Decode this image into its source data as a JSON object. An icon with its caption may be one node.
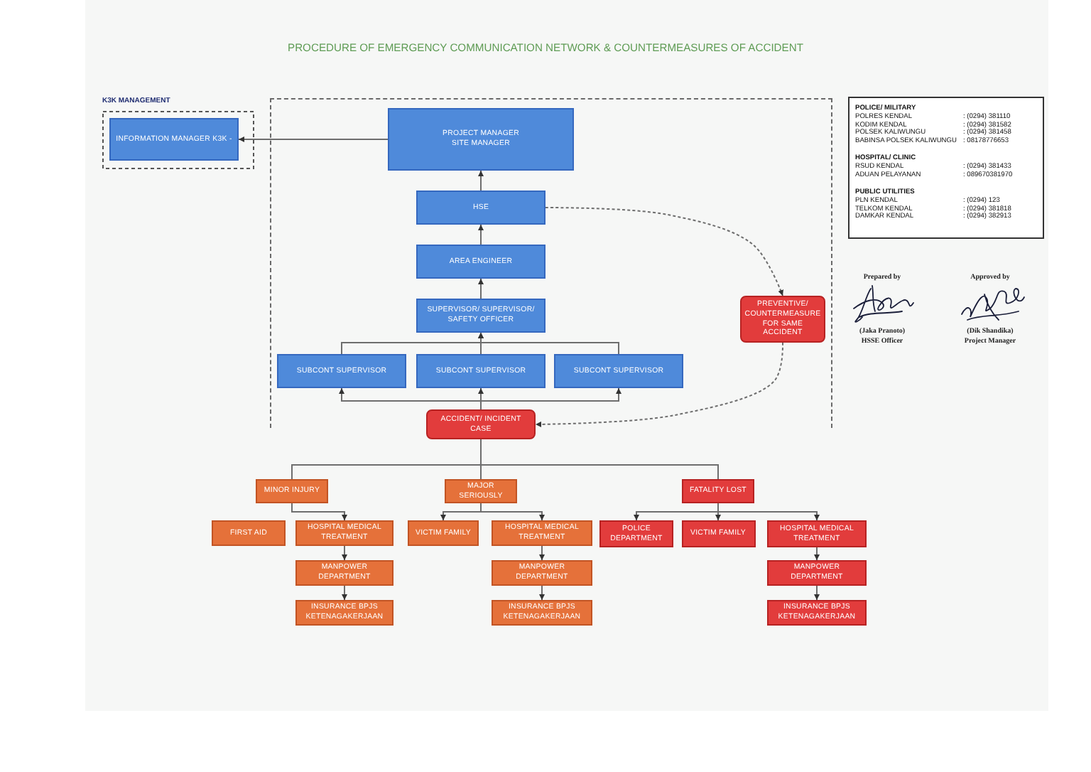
{
  "diagram": {
    "title": "PROCEDURE OF EMERGENCY COMMUNICATION NETWORK & COUNTERMEASURES OF ACCIDENT",
    "nodes": [
      {
        "text": [
          "K3K MANAGEMENT"
        ]
      },
      {
        "text": [
          "INFORMATION MANAGER K3K -"
        ],
        "in": 0
      },
      {
        "text": [],
        "shape": "box"
      },
      {
        "text": [
          "PROJECT MANAGER",
          "SITE MANAGER"
        ],
        "in": 2
      },
      {
        "text": [
          "HSE"
        ],
        "in": 2
      },
      {
        "text": [
          "AREA ENGINEER"
        ],
        "in": 2
      },
      {
        "text": [
          "SUPERVISOR/ SUPERVISOR/ SAFETY OFFICER"
        ],
        "in": 2
      },
      {
        "text": [
          "PREVENTIVE/ COUNTERMEASURE FOR SAME ACCIDENT"
        ],
        "in": 2
      },
      {
        "text": [
          "SUBCONT SUPERVISOR"
        ],
        "in": 2
      },
      {
        "text": [
          "SUBCONT SUPERVISOR"
        ],
        "in": 2
      },
      {
        "text": [
          "SUBCONT SUPERVISOR"
        ],
        "in": 2
      },
      {
        "text": [
          "ACCIDENT/ INCIDENT CASE"
        ]
      },
      {
        "text": [
          "POLICE/ MILITARY",
          "POLRES KENDAL",
          ": (0294) 381110",
          "KODIM KENDAL",
          ": (0294) 381582",
          "POLSEK KALIWUNGU",
          ": (0294) 381458",
          "BABINSA POLSEK KALIWUNGU",
          ": 08178776653",
          "HOSPITAL/ CLINIC",
          "RSUD KENDAL",
          ": (0294) 381433",
          "ADUAN PELAYANAN",
          ": 089670381970",
          "PUBLIC UTILITIES",
          "PLN KENDAL",
          ": (0294) 123",
          "TELKOM KENDAL",
          ": (0294) 381818",
          "DAMKAR KENDAL",
          ": (0294) 382913"
        ]
      },
      {
        "text": [
          "MINOR INJURY"
        ]
      },
      {
        "text": [
          "MAJOR SERIOUSLY"
        ]
      },
      {
        "text": [
          "FATALITY LOST"
        ]
      },
      {
        "text": [
          "FIRST AID"
        ]
      },
      {
        "text": [
          "HOSPITAL MEDICAL TREATMENT"
        ]
      },
      {
        "text": [
          "VICTIM FAMILY"
        ]
      },
      {
        "text": [
          "HOSPITAL MEDICAL TREATMENT"
        ]
      },
      {
        "text": [
          "POLICE DEPARTMENT"
        ]
      },
      {
        "text": [
          "VICTIM FAMILY"
        ]
      },
      {
        "text": [
          "HOSPITAL MEDICAL TREATMENT"
        ]
      },
      {
        "text": [
          "MANPOWER DEPARTMENT"
        ]
      },
      {
        "text": [
          "MANPOWER DEPARTMENT"
        ]
      },
      {
        "text": [
          "MANPOWER DEPARTMENT"
        ]
      },
      {
        "text": [
          "INSURANCE BPJS KETENAGAKERJAAN"
        ]
      },
      {
        "text": [
          "INSURANCE BPJS KETENAGAKERJAAN"
        ]
      },
      {
        "text": [
          "INSURANCE BPJS KETENAGAKERJAAN"
        ]
      }
    ],
    "edges": [
      {
        "from": 3,
        "to": 1,
        "arrow": "to"
      },
      {
        "from": 4,
        "to": 3,
        "arrow": "to"
      },
      {
        "from": 5,
        "to": 4,
        "arrow": "to"
      },
      {
        "from": 6,
        "to": 5,
        "arrow": "to"
      },
      {
        "from": 8,
        "to": 6,
        "arrow": "to"
      },
      {
        "from": 9,
        "to": 6,
        "arrow": "to"
      },
      {
        "from": 10,
        "to": 6,
        "arrow": "to"
      },
      {
        "from": 11,
        "to": 8,
        "arrow": "to"
      },
      {
        "from": 11,
        "to": 9,
        "arrow": "to"
      },
      {
        "from": 11,
        "to": 10,
        "arrow": "to"
      },
      {
        "from": 4,
        "to": 7,
        "arrow": "to",
        "style": "dashed"
      },
      {
        "from": 7,
        "to": 11,
        "arrow": "to",
        "style": "dashed"
      },
      {
        "from": 11,
        "to": 13,
        "arrow": "none"
      },
      {
        "from": 11,
        "to": 14,
        "arrow": "none"
      },
      {
        "from": 11,
        "to": 15,
        "arrow": "none"
      },
      {
        "from": 13,
        "to": 17,
        "arrow": "to"
      },
      {
        "from": 14,
        "to": 18,
        "arrow": "to"
      },
      {
        "from": 14,
        "to": 19,
        "arrow": "to"
      },
      {
        "from": 15,
        "to": 20,
        "arrow": "to"
      },
      {
        "from": 15,
        "to": 21,
        "arrow": "to"
      },
      {
        "from": 15,
        "to": 22,
        "arrow": "to"
      },
      {
        "from": 17,
        "to": 23,
        "arrow": "to"
      },
      {
        "from": 23,
        "to": 26,
        "arrow": "to"
      },
      {
        "from": 19,
        "to": 24,
        "arrow": "to"
      },
      {
        "from": 24,
        "to": 27,
        "arrow": "to"
      },
      {
        "from": 22,
        "to": 25,
        "arrow": "to"
      },
      {
        "from": 25,
        "to": 28,
        "arrow": "to"
      }
    ],
    "labels": [
      "Prepared by",
      "Approved by",
      "(Jaka Pranoto)",
      "(Dik Shandika)",
      "HSSE Officer",
      "Project Manager"
    ]
  }
}
